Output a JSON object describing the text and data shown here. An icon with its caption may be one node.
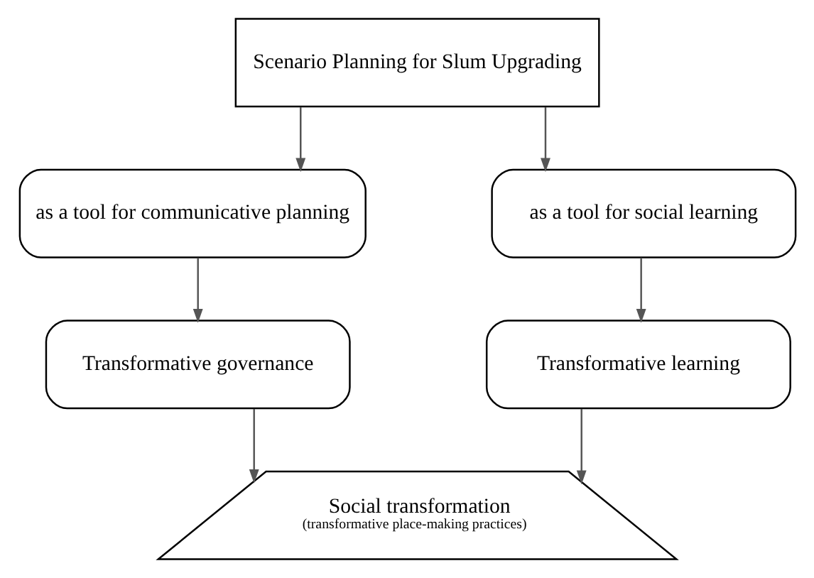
{
  "diagram": {
    "nodes": [
      {
        "text": [
          "Scenario Planning for Slum Upgrading"
        ]
      },
      {
        "text": [
          "as a tool for communicative planning"
        ]
      },
      {
        "text": [
          "as a tool for social learning"
        ]
      },
      {
        "text": [
          "Transformative governance"
        ]
      },
      {
        "text": [
          "Transformative learning"
        ]
      },
      {
        "text": [
          "Social transformation",
          "(transformative place-making practices)"
        ]
      }
    ],
    "edges": [
      {
        "from": 0,
        "to": 1,
        "arrow": "to"
      },
      {
        "from": 0,
        "to": 2,
        "arrow": "to"
      },
      {
        "from": 1,
        "to": 3,
        "arrow": "to"
      },
      {
        "from": 2,
        "to": 4,
        "arrow": "to"
      },
      {
        "from": 3,
        "to": 5,
        "arrow": "to"
      },
      {
        "from": 4,
        "to": 5,
        "arrow": "to"
      }
    ]
  }
}
